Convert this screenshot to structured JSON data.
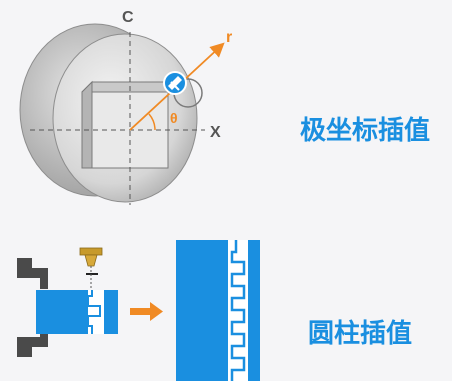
{
  "panels": {
    "polar": {
      "title": "极坐标插值",
      "axis_c": "C",
      "axis_x": "X",
      "axis_r": "r",
      "angle": "θ"
    },
    "cylindrical": {
      "title": "圆柱插值"
    }
  },
  "colors": {
    "accent_blue": "#1a8fe0",
    "orange": "#f08a24",
    "disk_gray": "#cfcfcf",
    "dark_gray": "#4a4a4a"
  }
}
